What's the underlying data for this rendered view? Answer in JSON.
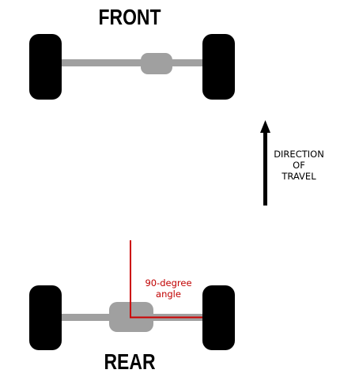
{
  "labels": {
    "front": "FRONT",
    "rear": "REAR",
    "direction_line1": "DIRECTION",
    "direction_line2": "OF",
    "direction_line3": "TRAVEL",
    "angle_line1": "90-degree",
    "angle_line2": "angle"
  },
  "colors": {
    "tire": "#000000",
    "axle": "#a0a0a0",
    "differential": "#a0a0a0",
    "angle_line": "#cc0000",
    "angle_text": "#c00000",
    "arrow": "#000000",
    "text": "#000000"
  }
}
